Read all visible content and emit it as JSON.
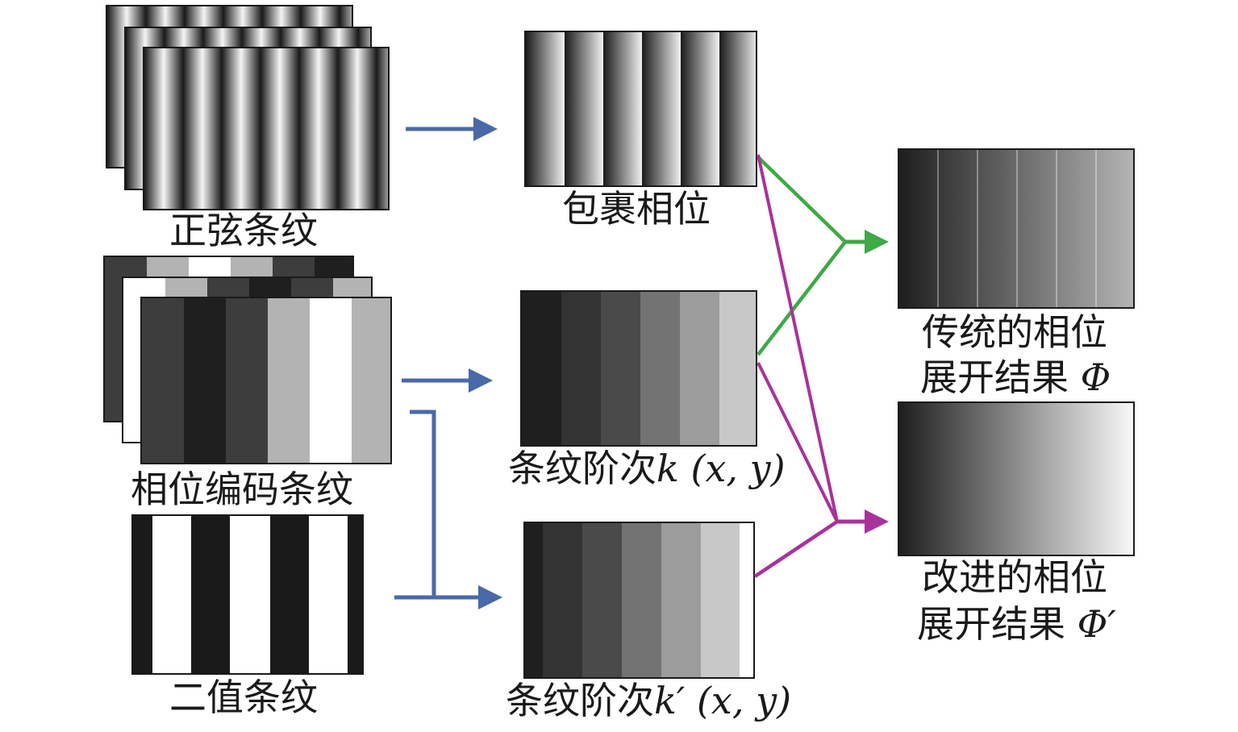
{
  "inputs": {
    "sine_fringe": {
      "label": "正弦条纹"
    },
    "phase_code_fringe": {
      "label": "相位编码条纹"
    },
    "binary_fringe": {
      "label": "二值条纹"
    }
  },
  "intermediate": {
    "wrapped_phase": {
      "label": "包裹相位"
    },
    "fringe_order_k": {
      "prefix": "条纹阶次",
      "symbol": "k",
      "args": "(x, y)"
    },
    "fringe_order_k_prime": {
      "prefix": "条纹阶次",
      "symbol": "k′",
      "args": "(x, y)"
    }
  },
  "outputs": {
    "traditional": {
      "line1": "传统的相位",
      "line2": "展开结果",
      "symbol": "Φ"
    },
    "improved": {
      "line1": "改进的相位",
      "line2": "展开结果",
      "symbol": "Φ′"
    }
  },
  "colors": {
    "blue_arrow": "#4a69a8",
    "green_arrow": "#3fa847",
    "magenta_arrow": "#a8329a",
    "frame": "#1a1a1a"
  }
}
